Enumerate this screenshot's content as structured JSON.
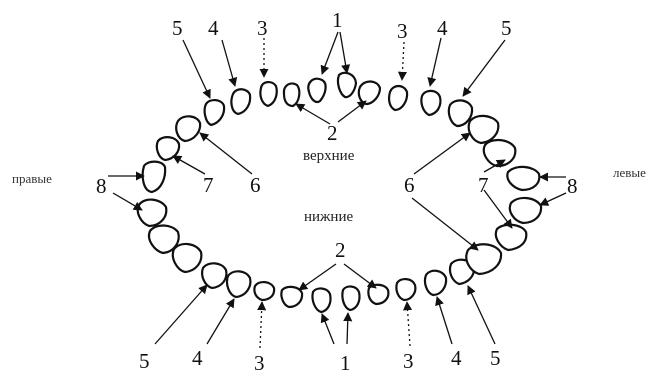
{
  "labels": {
    "upper": "верхние",
    "lower": "нижние",
    "right": "правые",
    "left": "левые"
  },
  "numbers": {
    "n1": "1",
    "n2": "2",
    "n3": "3",
    "n4": "4",
    "n5": "5",
    "n6": "6",
    "n7": "7",
    "n8": "8"
  },
  "colors": {
    "ink": "#111111",
    "background": "#ffffff"
  }
}
